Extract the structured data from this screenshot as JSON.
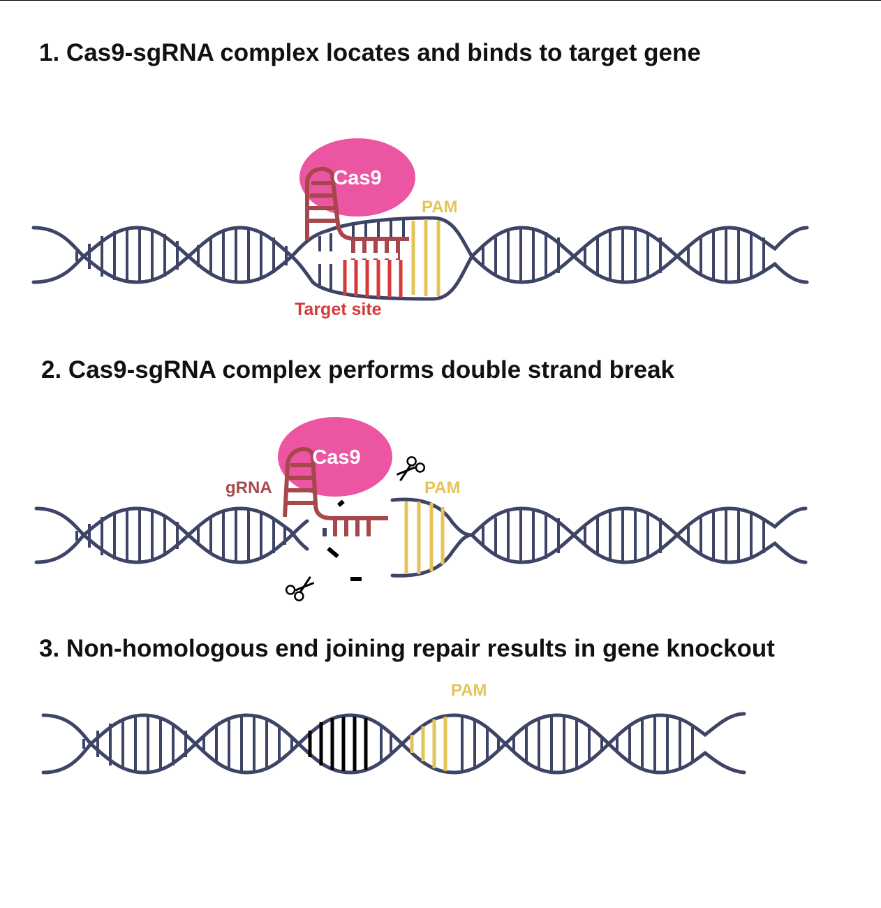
{
  "steps": [
    {
      "title": "1. Cas9-sgRNA complex locates and binds to target gene"
    },
    {
      "title": "2. Cas9-sgRNA complex performs double strand break"
    },
    {
      "title": "3. Non-homologous end joining repair results in gene knockout"
    }
  ],
  "labels": {
    "cas9": "Cas9",
    "pam": "PAM",
    "target_site": "Target site",
    "grna": "gRNA"
  },
  "colors": {
    "dna": "#3d4466",
    "cas9": "#eb55a2",
    "cas9_text": "#ffffff",
    "grna": "#a6484b",
    "target": "#d43a3a",
    "pam": "#e3c456",
    "indel": "#000000"
  },
  "icons": [
    "scissors-icon"
  ]
}
